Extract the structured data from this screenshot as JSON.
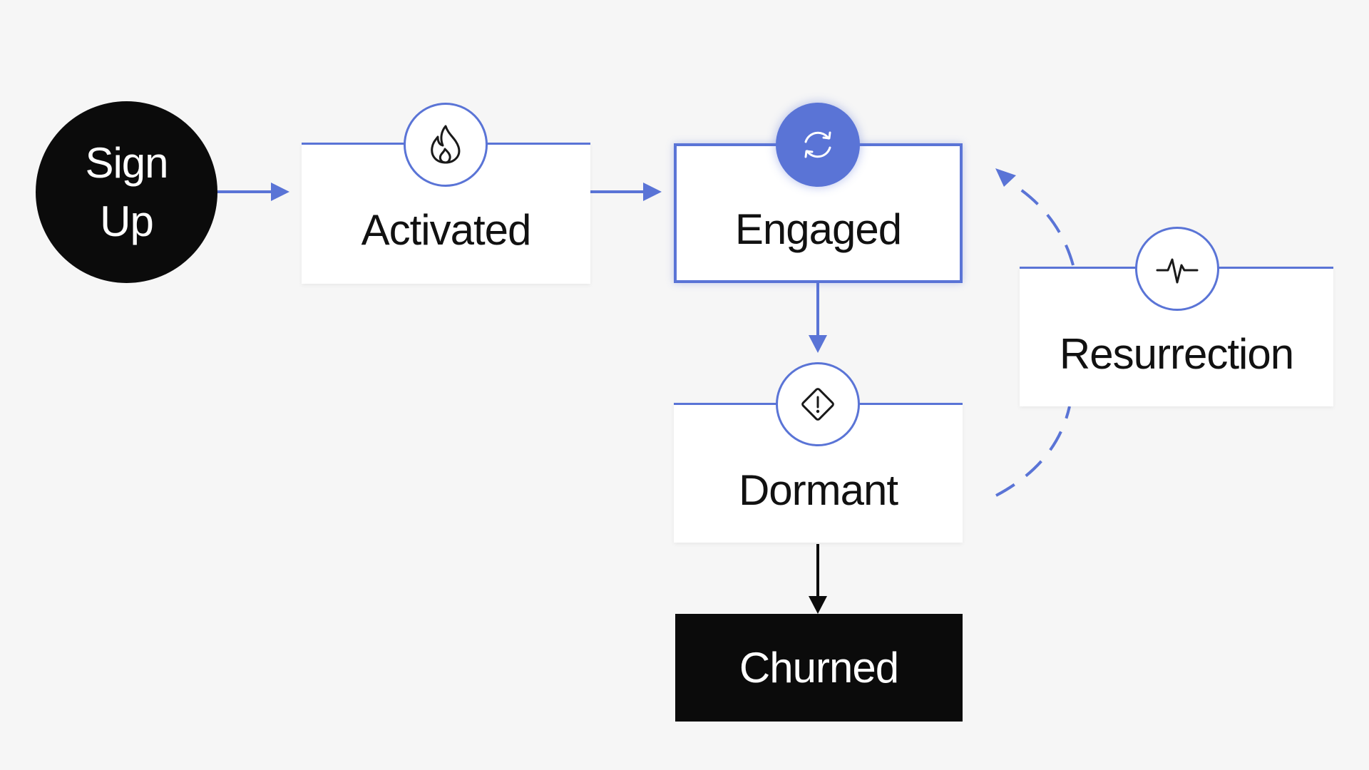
{
  "nodes": {
    "signup": {
      "line1": "Sign",
      "line2": "Up"
    },
    "activated": {
      "label": "Activated",
      "icon": "flame-icon"
    },
    "engaged": {
      "label": "Engaged",
      "icon": "refresh-icon"
    },
    "resurrection": {
      "label": "Resurrection",
      "icon": "heartbeat-icon"
    },
    "dormant": {
      "label": "Dormant",
      "icon": "warning-diamond-icon"
    },
    "churned": {
      "label": "Churned"
    }
  },
  "edges": [
    {
      "from": "signup",
      "to": "activated",
      "style": "solid",
      "color": "#5a74d6"
    },
    {
      "from": "activated",
      "to": "engaged",
      "style": "solid",
      "color": "#5a74d6"
    },
    {
      "from": "engaged",
      "to": "dormant",
      "style": "solid",
      "color": "#5a74d6"
    },
    {
      "from": "dormant",
      "to": "churned",
      "style": "solid",
      "color": "#0b0b0b"
    },
    {
      "from": "dormant",
      "to": "engaged",
      "via": "resurrection",
      "style": "dashed",
      "color": "#5a74d6"
    }
  ],
  "colors": {
    "accent": "#5a74d6",
    "dark": "#0b0b0b",
    "background": "#f6f6f6",
    "card": "#ffffff"
  }
}
